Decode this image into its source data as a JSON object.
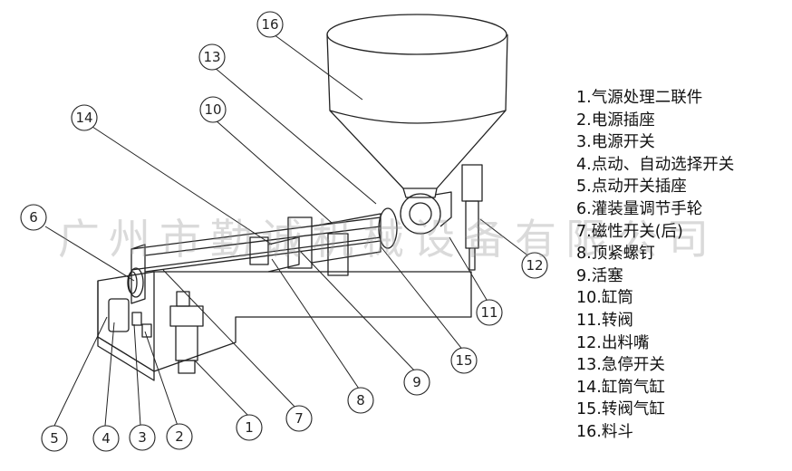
{
  "legend": [
    "1.气源处理二联件",
    "2.电源插座",
    "3.电源开关",
    "4.点动、自动选择开关",
    "5.点动开关插座",
    "6.灌装量调节手轮",
    "7.磁性开关(后)",
    "8.顶紧螺钉",
    "9.活塞",
    "10.缸筒",
    "11.转阀",
    "12.出料嘴",
    "13.急停开关",
    "14.缸筒气缸",
    "15.转阀气缸",
    "16.料斗"
  ],
  "callouts": [
    "1",
    "2",
    "3",
    "4",
    "5",
    "6",
    "7",
    "8",
    "9",
    "10",
    "11",
    "12",
    "13",
    "14",
    "15",
    "16"
  ],
  "watermark": "广州市勤诚机械设备有限公司"
}
